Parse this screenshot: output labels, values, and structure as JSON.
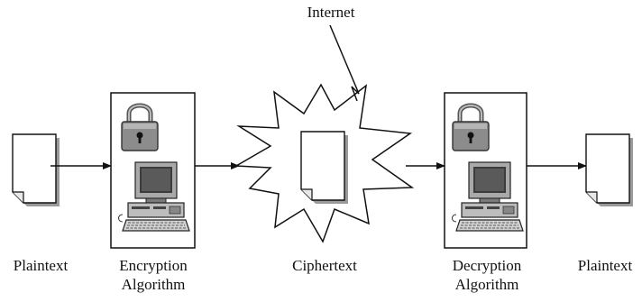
{
  "diagram": {
    "cloud_label": "Internet",
    "nodes": {
      "plaintext_in": {
        "label": "Plaintext"
      },
      "encryption": {
        "label_line1": "Encryption",
        "label_line2": "Algorithm"
      },
      "ciphertext": {
        "label": "Ciphertext"
      },
      "decryption": {
        "label_line1": "Decryption",
        "label_line2": "Algorithm"
      },
      "plaintext_out": {
        "label": "Plaintext"
      }
    },
    "icons": {
      "document": "document-icon",
      "padlock": "padlock-icon",
      "computer": "desktop-computer-icon",
      "burst": "starburst-internet-shape"
    }
  }
}
